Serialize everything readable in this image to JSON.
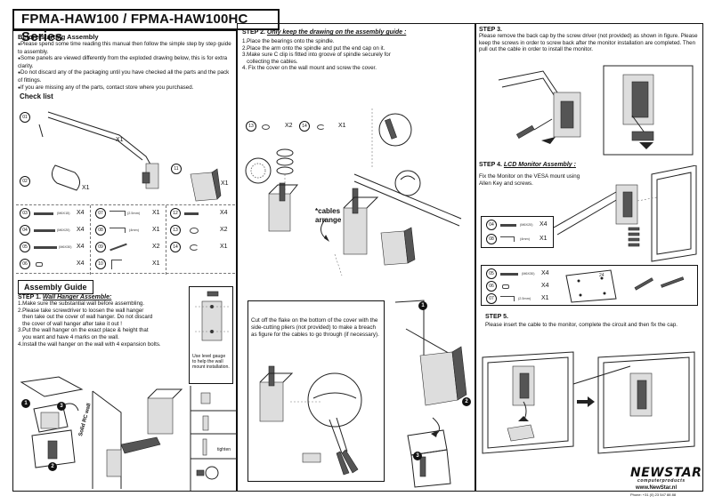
{
  "header": {
    "title": "FPMA-HAW100 / FPMA-HAW100HC  Series"
  },
  "before": {
    "heading": "Before starting Assembly",
    "items": [
      "Please  spend some time reading this manual then follow the simple step by step guide to assembly.",
      "Some panels are viewed differently from the exploded drawing below, this is for extra clarity.",
      "Do not discard any of the packaging until you have checked all the parts and the pack of fittings.",
      "If you are missing any of the parts, contact store where you purchased."
    ]
  },
  "checklist": {
    "heading": "Check list",
    "big_parts": [
      {
        "num": "01",
        "qty": "X1"
      },
      {
        "num": "02",
        "qty": "X1"
      },
      {
        "num": "11",
        "qty": "X1"
      }
    ],
    "small_parts": [
      {
        "num": "03",
        "size": "(M6X15)",
        "qty": "X4"
      },
      {
        "num": "04",
        "size": "(M6X20)",
        "qty": "X4"
      },
      {
        "num": "05",
        "size": "(M6X30)",
        "qty": "X4"
      },
      {
        "num": "06",
        "size": "",
        "qty": "X4"
      },
      {
        "num": "07",
        "size": "(2.5mm)",
        "qty": "X1"
      },
      {
        "num": "08",
        "size": "(4mm)",
        "qty": "X1"
      },
      {
        "num": "09",
        "size": "",
        "qty": "X2"
      },
      {
        "num": "10",
        "size": "",
        "qty": "X1"
      },
      {
        "num": "12",
        "size": "",
        "qty": "X4"
      },
      {
        "num": "13",
        "size": "",
        "qty": "X2"
      },
      {
        "num": "14",
        "size": "",
        "qty": "X1"
      }
    ]
  },
  "assembly": {
    "heading": "Assembly Guide",
    "step1_label": "STEP 1.",
    "step1_title": "Wall Hanger Assemble:",
    "step1_items": [
      "1.Make sure the substantial wall before assembling.",
      "2.Please take screwdriver to loosen the wall hanger",
      "   then take out the cover of wall hanger. Do not discard",
      "   the cover of wall hanger after take it out !",
      "3.Put the wall hanger on the exact place & height that",
      "   you want and have 4 marks on the wall.",
      "4.Install the wall hanger on the wall with 4 expansion bolts."
    ],
    "level_note": "Use level gauge to help the wall mount installation.",
    "wall_label": "Solid RC wall",
    "tighten_label": "tighten"
  },
  "step2": {
    "label": "STEP 2.",
    "title": "Only keep the drawing on the assembly guide :",
    "items": [
      "1.Place the bearings onto the spindle.",
      "2.Place the arm onto the spindle and put the end cap on it.",
      "3.Make sure C clip is fitted into groove of spindle securely for",
      "   collecting the cables.",
      "4. Fix the cover on the wall mount and screw the cover."
    ],
    "parts": [
      {
        "num": "13",
        "qty": "X2"
      },
      {
        "num": "14",
        "qty": "X1"
      }
    ],
    "cables_label": "*cables arrange",
    "cut_note": "Cut off the flake on the bottom of the cover with the side-cutting pliers (not provided) to make a breach as figure for the cables to go through (if necessary)."
  },
  "step3": {
    "label": "STEP 3.",
    "text": "Please remove the back cap by the screw driver (not provided) as shown in figure. Please keep the screws in order to screw back after the monitor installation are completed. Then pull out the cable in order to install the monitor."
  },
  "step4": {
    "label": "STEP 4.",
    "title": "LCD Monitor Assembly :",
    "text": "Fix the Monitor on the VESA mount using Allen Key and screws.",
    "parts_a": [
      {
        "num": "04",
        "size": "(M6X20)",
        "qty": "X4"
      },
      {
        "num": "08",
        "size": "(4mm)",
        "qty": "X1"
      }
    ],
    "parts_b": [
      {
        "num": "05",
        "size": "(M6X30)",
        "qty": "X4"
      },
      {
        "num": "06",
        "size": "",
        "qty": "X4"
      },
      {
        "num": "07",
        "size": "(2.5mm)",
        "qty": "X1"
      }
    ],
    "vesa_num": "24"
  },
  "step5": {
    "label": "STEP 5.",
    "text": "Please insert the cable to the monitor, complete the circuit and then fix the cap."
  },
  "footer": {
    "brand": "NEWSTAR",
    "brand_sub": "computerproducts",
    "website": "www.NewStar.nl",
    "phone": "Phone: +31 (0) 23 547 88 88"
  },
  "callouts": [
    "1",
    "2",
    "3"
  ]
}
